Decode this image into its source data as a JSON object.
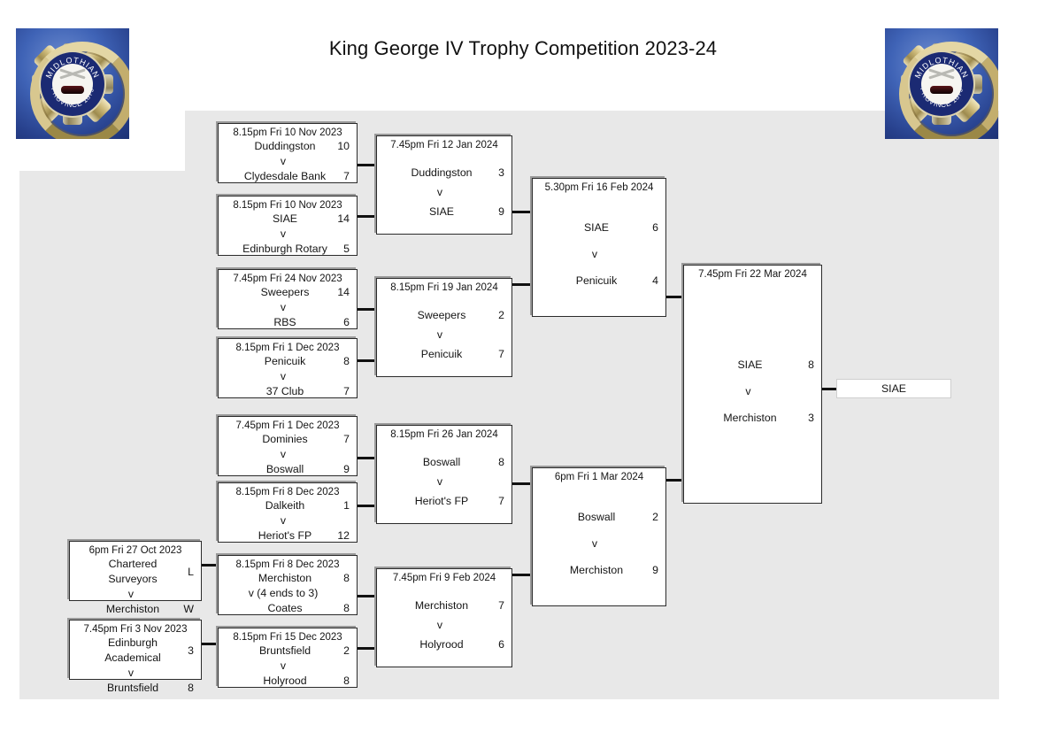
{
  "header": {
    "title": "King George IV Trophy Competition 2023-24",
    "logo_left_name": "midlothian-province-1879-badge",
    "logo_right_name": "midlothian-province-1879-badge",
    "logo_text_outer": "MIDLOTHIAN",
    "logo_text_inner": "PROVINCE 1879"
  },
  "colors": {
    "page_background": "#ffffff",
    "panel_background": "#e8e8e8",
    "box_fill": "#ffffff",
    "box_border": "#2b2b2b",
    "box_shadow": "#9a9a9a",
    "connector": "#111111",
    "text": "#141414",
    "badge_blue": "#27408c",
    "badge_gold": "#cbb878"
  },
  "bracket": {
    "rounds": [
      {
        "name": "preliminary-round",
        "matches": [
          {
            "id": "prelim-1",
            "when": "6pm Fri 27 Oct 2023",
            "home": "Chartered Surveyors",
            "home_score": "L",
            "separator": "v",
            "away": "Merchiston",
            "away_score": "W"
          },
          {
            "id": "prelim-2",
            "when": "7.45pm Fri 3 Nov 2023",
            "home": "Edinburgh Academical",
            "home_score": "3",
            "separator": "v",
            "away": "Bruntsfield",
            "away_score": "8"
          }
        ]
      },
      {
        "name": "round-1",
        "matches": [
          {
            "id": "r1-1",
            "when": "8.15pm Fri 10 Nov 2023",
            "home": "Duddingston",
            "home_score": "10",
            "separator": "v",
            "away": "Clydesdale Bank",
            "away_score": "7"
          },
          {
            "id": "r1-2",
            "when": "8.15pm Fri 10 Nov 2023",
            "home": "SIAE",
            "home_score": "14",
            "separator": "v",
            "away": "Edinburgh Rotary",
            "away_score": "5"
          },
          {
            "id": "r1-3",
            "when": "7.45pm Fri 24 Nov 2023",
            "home": "Sweepers",
            "home_score": "14",
            "separator": "v",
            "away": "RBS",
            "away_score": "6"
          },
          {
            "id": "r1-4",
            "when": "8.15pm Fri 1 Dec 2023",
            "home": "Penicuik",
            "home_score": "8",
            "separator": "v",
            "away": "37 Club",
            "away_score": "7"
          },
          {
            "id": "r1-5",
            "when": "7.45pm Fri 1 Dec 2023",
            "home": "Dominies",
            "home_score": "7",
            "separator": "v",
            "away": "Boswall",
            "away_score": "9"
          },
          {
            "id": "r1-6",
            "when": "8.15pm Fri 8 Dec 2023",
            "home": "Dalkeith",
            "home_score": "1",
            "separator": "v",
            "away": "Heriot's FP",
            "away_score": "12"
          },
          {
            "id": "r1-7",
            "when": "8.15pm Fri 8 Dec 2023",
            "home": "Merchiston",
            "home_score": "8",
            "separator": "v (4 ends to 3)",
            "away": "Coates",
            "away_score": "8"
          },
          {
            "id": "r1-8",
            "when": "8.15pm Fri 15 Dec 2023",
            "home": "Bruntsfield",
            "home_score": "2",
            "separator": "v",
            "away": "Holyrood",
            "away_score": "8"
          }
        ]
      },
      {
        "name": "quarter-finals",
        "matches": [
          {
            "id": "qf-1",
            "when": "7.45pm Fri 12 Jan 2024",
            "home": "Duddingston",
            "home_score": "3",
            "separator": "v",
            "away": "SIAE",
            "away_score": "9"
          },
          {
            "id": "qf-2",
            "when": "8.15pm Fri 19 Jan 2024",
            "home": "Sweepers",
            "home_score": "2",
            "separator": "v",
            "away": "Penicuik",
            "away_score": "7"
          },
          {
            "id": "qf-3",
            "when": "8.15pm Fri 26 Jan 2024",
            "home": "Boswall",
            "home_score": "8",
            "separator": "v",
            "away": "Heriot's FP",
            "away_score": "7"
          },
          {
            "id": "qf-4",
            "when": "7.45pm Fri 9 Feb 2024",
            "home": "Merchiston",
            "home_score": "7",
            "separator": "v",
            "away": "Holyrood",
            "away_score": "6"
          }
        ]
      },
      {
        "name": "semi-finals",
        "matches": [
          {
            "id": "sf-1",
            "when": "5.30pm Fri 16 Feb 2024",
            "home": "SIAE",
            "home_score": "6",
            "separator": "v",
            "away": "Penicuik",
            "away_score": "4"
          },
          {
            "id": "sf-2",
            "when": "6pm Fri 1 Mar 2024",
            "home": "Boswall",
            "home_score": "2",
            "separator": "v",
            "away": "Merchiston",
            "away_score": "9"
          }
        ]
      },
      {
        "name": "final",
        "matches": [
          {
            "id": "final-1",
            "when": "7.45pm Fri 22 Mar 2024",
            "home": "SIAE",
            "home_score": "8",
            "separator": "v",
            "away": "Merchiston",
            "away_score": "3"
          }
        ]
      }
    ],
    "winner": "SIAE"
  }
}
